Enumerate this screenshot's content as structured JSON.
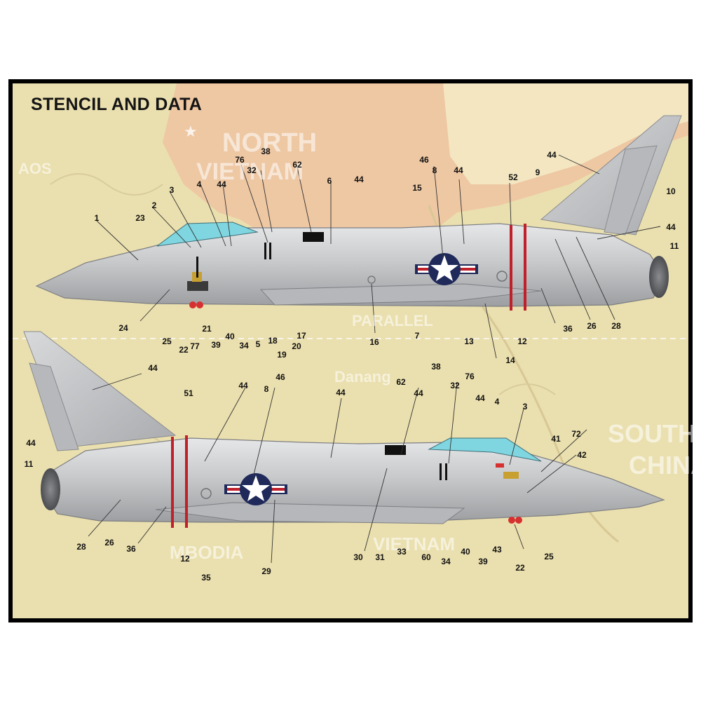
{
  "title": "STENCIL AND DATA",
  "map_labels": {
    "north": "NORTH",
    "vietnam_top": "VIETNAM",
    "laos": "AOS",
    "parallel": "PARALLEL",
    "danang": "Danang",
    "south": "SOUTH",
    "china": "CHINA",
    "vietnam_bottom": "VIETNAM",
    "cambodia": "MBODIA"
  },
  "colors": {
    "frame": "#000000",
    "map_land": "#eadfae",
    "map_north": "#efc2a0",
    "aircraft_metal": "#c8c9cb",
    "stripe_red": "#c0202a",
    "roundel_blue": "#1f2a5a",
    "canopy": "#7fd6e0"
  },
  "top_callouts": [
    "1",
    "23",
    "2",
    "3",
    "4",
    "44",
    "76",
    "32",
    "38",
    "62",
    "6",
    "44",
    "46",
    "15",
    "8",
    "44",
    "52",
    "9",
    "44",
    "10",
    "44",
    "11",
    "24",
    "25",
    "22",
    "77",
    "21",
    "39",
    "40",
    "34",
    "5",
    "18",
    "19",
    "20",
    "17",
    "16",
    "7",
    "13",
    "12",
    "14",
    "36",
    "26",
    "28"
  ],
  "bottom_callouts": [
    "44",
    "51",
    "44",
    "8",
    "46",
    "44",
    "62",
    "38",
    "44",
    "32",
    "76",
    "44",
    "4",
    "3",
    "41",
    "72",
    "42",
    "44",
    "11",
    "28",
    "26",
    "36",
    "12",
    "35",
    "29",
    "30",
    "31",
    "33",
    "60",
    "34",
    "40",
    "39",
    "43",
    "22",
    "25"
  ]
}
